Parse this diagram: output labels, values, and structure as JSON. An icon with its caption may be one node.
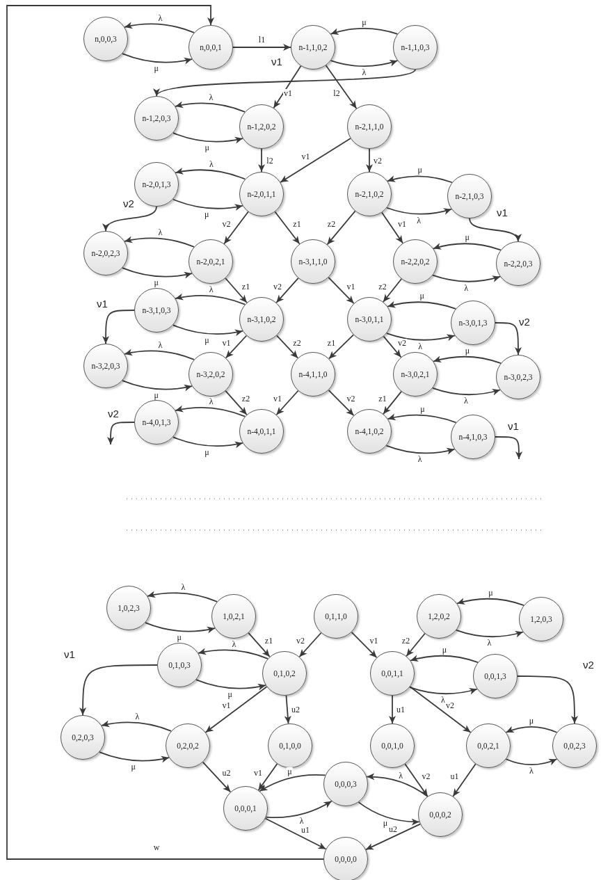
{
  "diagram": {
    "nodes": [
      {
        "text": [
          "n,0,0,3"
        ]
      },
      {
        "text": [
          "n,0,0,1"
        ]
      },
      {
        "text": [
          "n-1,1,0,2"
        ]
      },
      {
        "text": [
          "n-1,1,0,3"
        ]
      },
      {
        "text": [
          "n-1,2,0,3"
        ]
      },
      {
        "text": [
          "n-1,2,0,2"
        ]
      },
      {
        "text": [
          "n-2,1,1,0"
        ]
      },
      {
        "text": [
          "n-2,0,1,3"
        ]
      },
      {
        "text": [
          "n-2,0,1,1"
        ]
      },
      {
        "text": [
          "n-2,1,0,2"
        ]
      },
      {
        "text": [
          "n-2,1,0,3"
        ]
      },
      {
        "text": [
          "n-2,0,2,3"
        ]
      },
      {
        "text": [
          "n-2,0,2,1"
        ]
      },
      {
        "text": [
          "n-3,1,1,0"
        ]
      },
      {
        "text": [
          "n-2,2,0,2"
        ]
      },
      {
        "text": [
          "n-2,2,0,3"
        ]
      },
      {
        "text": [
          "n-3,1,0,3"
        ]
      },
      {
        "text": [
          "n-3,1,0,2"
        ]
      },
      {
        "text": [
          "n-3,0,1,1"
        ]
      },
      {
        "text": [
          "n-3,0,1,3"
        ]
      },
      {
        "text": [
          "n-3,2,0,3"
        ]
      },
      {
        "text": [
          "n-3,2,0,2"
        ]
      },
      {
        "text": [
          "n-4,1,1,0"
        ]
      },
      {
        "text": [
          "n-3,0,2,1"
        ]
      },
      {
        "text": [
          "n-3,0,2,3"
        ]
      },
      {
        "text": [
          "n-4,0,1,3"
        ]
      },
      {
        "text": [
          "n-4,0,1,1"
        ]
      },
      {
        "text": [
          "n-4,1,0,2"
        ]
      },
      {
        "text": [
          "n-4,1,0,3"
        ]
      },
      {
        "text": [
          "1,0,2,3"
        ]
      },
      {
        "text": [
          "1,0,2,1"
        ]
      },
      {
        "text": [
          "0,1,1,0"
        ]
      },
      {
        "text": [
          "1,2,0,2"
        ]
      },
      {
        "text": [
          "1,2,0,3"
        ]
      },
      {
        "text": [
          "0,1,0,3"
        ]
      },
      {
        "text": [
          "0,1,0,2"
        ]
      },
      {
        "text": [
          "0,0,1,1"
        ]
      },
      {
        "text": [
          "0,0,1,3"
        ]
      },
      {
        "text": [
          "0,2,0,3"
        ]
      },
      {
        "text": [
          "0,2,0,2"
        ]
      },
      {
        "text": [
          "0,1,0,0"
        ]
      },
      {
        "text": [
          "0,0,1,0"
        ]
      },
      {
        "text": [
          "0,0,2,1"
        ]
      },
      {
        "text": [
          "0,0,2,3"
        ]
      },
      {
        "text": [
          "0,0,0,1"
        ]
      },
      {
        "text": [
          "0,0,0,3"
        ]
      },
      {
        "text": [
          "0,0,0,2"
        ]
      },
      {
        "text": [
          "0,0,0,0"
        ]
      }
    ],
    "edges": [
      {
        "from": 1,
        "to": 0,
        "arrow": "to",
        "label": "λ"
      },
      {
        "from": 0,
        "to": 1,
        "arrow": "to",
        "label": "μ"
      },
      {
        "from": 1,
        "to": 2,
        "arrow": "to",
        "label": "l1"
      },
      {
        "from": 3,
        "to": 2,
        "arrow": "to",
        "label": "μ"
      },
      {
        "from": 2,
        "to": 3,
        "arrow": "to",
        "label": "λ"
      },
      {
        "from": 3,
        "to": 4,
        "arrow": "to",
        "label": "ν1"
      },
      {
        "from": 2,
        "to": 5,
        "arrow": "to",
        "label": "v1"
      },
      {
        "from": 2,
        "to": 6,
        "arrow": "to",
        "label": "l2"
      },
      {
        "from": 5,
        "to": 4,
        "arrow": "to",
        "label": "λ"
      },
      {
        "from": 4,
        "to": 5,
        "arrow": "to",
        "label": "μ"
      },
      {
        "from": 5,
        "to": 8,
        "arrow": "to",
        "label": "l2"
      },
      {
        "from": 6,
        "to": 8,
        "arrow": "to",
        "label": "v1"
      },
      {
        "from": 6,
        "to": 9,
        "arrow": "to",
        "label": "v2"
      },
      {
        "from": 8,
        "to": 7,
        "arrow": "to",
        "label": "λ"
      },
      {
        "from": 7,
        "to": 8,
        "arrow": "to",
        "label": "μ"
      },
      {
        "from": 7,
        "to": 11,
        "arrow": "to",
        "label": "ν2"
      },
      {
        "from": 10,
        "to": 9,
        "arrow": "to",
        "label": "μ"
      },
      {
        "from": 9,
        "to": 10,
        "arrow": "to",
        "label": "λ"
      },
      {
        "from": 10,
        "to": 15,
        "arrow": "to",
        "label": "ν1"
      },
      {
        "from": 8,
        "to": 12,
        "arrow": "to",
        "label": "v2"
      },
      {
        "from": 8,
        "to": 13,
        "arrow": "to",
        "label": "z1"
      },
      {
        "from": 9,
        "to": 13,
        "arrow": "to",
        "label": "z2"
      },
      {
        "from": 9,
        "to": 14,
        "arrow": "to",
        "label": "v1"
      },
      {
        "from": 12,
        "to": 11,
        "arrow": "to",
        "label": "λ"
      },
      {
        "from": 11,
        "to": 12,
        "arrow": "to",
        "label": "μ"
      },
      {
        "from": 15,
        "to": 14,
        "arrow": "to",
        "label": "μ"
      },
      {
        "from": 14,
        "to": 15,
        "arrow": "to",
        "label": "λ"
      },
      {
        "from": 12,
        "to": 17,
        "arrow": "to",
        "label": "z1"
      },
      {
        "from": 13,
        "to": 17,
        "arrow": "to",
        "label": "v2"
      },
      {
        "from": 13,
        "to": 18,
        "arrow": "to",
        "label": "v1"
      },
      {
        "from": 14,
        "to": 18,
        "arrow": "to",
        "label": "z2"
      },
      {
        "from": 17,
        "to": 16,
        "arrow": "to",
        "label": "λ"
      },
      {
        "from": 16,
        "to": 17,
        "arrow": "to",
        "label": "μ"
      },
      {
        "from": 16,
        "to": 20,
        "arrow": "to",
        "label": "ν1"
      },
      {
        "from": 19,
        "to": 18,
        "arrow": "to",
        "label": "μ"
      },
      {
        "from": 18,
        "to": 19,
        "arrow": "to",
        "label": "λ"
      },
      {
        "from": 19,
        "to": 24,
        "arrow": "to",
        "label": "ν2"
      },
      {
        "from": 17,
        "to": 21,
        "arrow": "to",
        "label": "v1"
      },
      {
        "from": 17,
        "to": 22,
        "arrow": "to",
        "label": "z2"
      },
      {
        "from": 18,
        "to": 22,
        "arrow": "to",
        "label": "z1"
      },
      {
        "from": 18,
        "to": 23,
        "arrow": "to",
        "label": "v2"
      },
      {
        "from": 21,
        "to": 20,
        "arrow": "to",
        "label": "λ"
      },
      {
        "from": 20,
        "to": 21,
        "arrow": "to",
        "label": "μ"
      },
      {
        "from": 24,
        "to": 23,
        "arrow": "to",
        "label": "μ"
      },
      {
        "from": 23,
        "to": 24,
        "arrow": "to",
        "label": "λ"
      },
      {
        "from": 21,
        "to": 26,
        "arrow": "to",
        "label": "z2"
      },
      {
        "from": 22,
        "to": 26,
        "arrow": "to",
        "label": "v1"
      },
      {
        "from": 22,
        "to": 27,
        "arrow": "to",
        "label": "v2"
      },
      {
        "from": 23,
        "to": 27,
        "arrow": "to",
        "label": "z1"
      },
      {
        "from": 26,
        "to": 25,
        "arrow": "to",
        "label": "λ"
      },
      {
        "from": 25,
        "to": 26,
        "arrow": "to",
        "label": "μ"
      },
      {
        "from": 25,
        "to": null,
        "arrow": "to",
        "label": "ν2"
      },
      {
        "from": 28,
        "to": 27,
        "arrow": "to",
        "label": "μ"
      },
      {
        "from": 27,
        "to": 28,
        "arrow": "to",
        "label": "λ"
      },
      {
        "from": 28,
        "to": null,
        "arrow": "to",
        "label": "ν1"
      },
      {
        "from": 30,
        "to": 29,
        "arrow": "to",
        "label": "λ"
      },
      {
        "from": 29,
        "to": 30,
        "arrow": "to",
        "label": "μ"
      },
      {
        "from": 30,
        "to": 35,
        "arrow": "to",
        "label": "z1"
      },
      {
        "from": 31,
        "to": 35,
        "arrow": "to",
        "label": "v2"
      },
      {
        "from": 31,
        "to": 36,
        "arrow": "to",
        "label": "v1"
      },
      {
        "from": 33,
        "to": 32,
        "arrow": "to",
        "label": "μ"
      },
      {
        "from": 32,
        "to": 33,
        "arrow": "to",
        "label": "λ"
      },
      {
        "from": 32,
        "to": 36,
        "arrow": "to",
        "label": "z2"
      },
      {
        "from": 35,
        "to": 34,
        "arrow": "to",
        "label": "λ"
      },
      {
        "from": 34,
        "to": 35,
        "arrow": "to",
        "label": "μ"
      },
      {
        "from": 34,
        "to": 38,
        "arrow": "to",
        "label": "ν1"
      },
      {
        "from": 37,
        "to": 36,
        "arrow": "to",
        "label": "μ"
      },
      {
        "from": 36,
        "to": 37,
        "arrow": "to",
        "label": "λ"
      },
      {
        "from": 37,
        "to": 43,
        "arrow": "to",
        "label": "ν2"
      },
      {
        "from": 35,
        "to": 39,
        "arrow": "to",
        "label": "v1"
      },
      {
        "from": 35,
        "to": 40,
        "arrow": "to",
        "label": "u2"
      },
      {
        "from": 36,
        "to": 41,
        "arrow": "to",
        "label": "u1"
      },
      {
        "from": 36,
        "to": 42,
        "arrow": "to",
        "label": "v2"
      },
      {
        "from": 39,
        "to": 38,
        "arrow": "to",
        "label": "λ"
      },
      {
        "from": 38,
        "to": 39,
        "arrow": "to",
        "label": "μ"
      },
      {
        "from": 43,
        "to": 42,
        "arrow": "to",
        "label": "μ"
      },
      {
        "from": 42,
        "to": 43,
        "arrow": "to",
        "label": "λ"
      },
      {
        "from": 39,
        "to": 44,
        "arrow": "to",
        "label": "u2"
      },
      {
        "from": 40,
        "to": 44,
        "arrow": "to",
        "label": "v1"
      },
      {
        "from": 41,
        "to": 46,
        "arrow": "to",
        "label": "v2"
      },
      {
        "from": 42,
        "to": 46,
        "arrow": "to",
        "label": "u1"
      },
      {
        "from": 45,
        "to": 44,
        "arrow": "to",
        "label": "μ"
      },
      {
        "from": 44,
        "to": 45,
        "arrow": "to",
        "label": "λ"
      },
      {
        "from": 46,
        "to": 45,
        "arrow": "to",
        "label": "λ"
      },
      {
        "from": 45,
        "to": 46,
        "arrow": "to",
        "label": "μ"
      },
      {
        "from": 44,
        "to": 47,
        "arrow": "to",
        "label": "u1"
      },
      {
        "from": 46,
        "to": 47,
        "arrow": "to",
        "label": "u2"
      },
      {
        "from": 47,
        "to": 1,
        "arrow": "to",
        "label": "w"
      }
    ]
  }
}
